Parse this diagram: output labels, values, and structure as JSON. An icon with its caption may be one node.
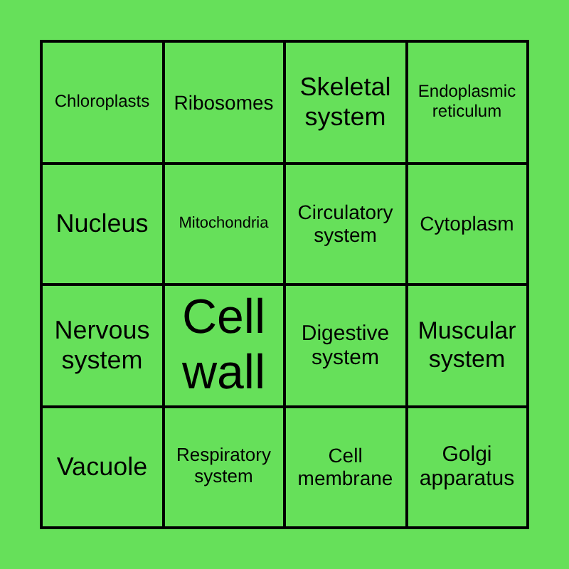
{
  "diagram": {
    "labels": [
      "Chloroplasts",
      "Ribosomes",
      "Skeletal system",
      "Endoplasmic reticulum",
      "Nucleus",
      "Mitochondria",
      "Circulatory system",
      "Cytoplasm",
      "Nervous system",
      "Cell wall",
      "Digestive system",
      "Muscular system",
      "Vacuole",
      "Respiratory system",
      "Cell membrane",
      "Golgi apparatus"
    ]
  }
}
